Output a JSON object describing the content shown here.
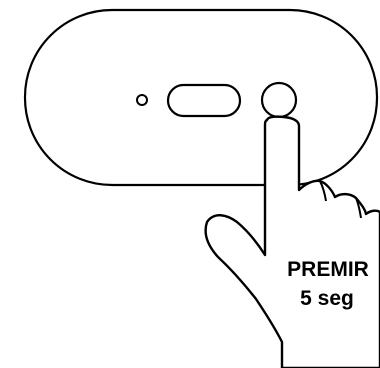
{
  "instruction": {
    "action_label": "PREMIR",
    "duration_label": "5 seg"
  },
  "icons": {
    "device": "rounded-device-body",
    "indicator": "status-led-icon",
    "slot": "oval-slot",
    "button": "round-push-button",
    "hand": "pointing-hand-icon"
  },
  "colors": {
    "stroke": "#000000",
    "fill": "#ffffff"
  }
}
